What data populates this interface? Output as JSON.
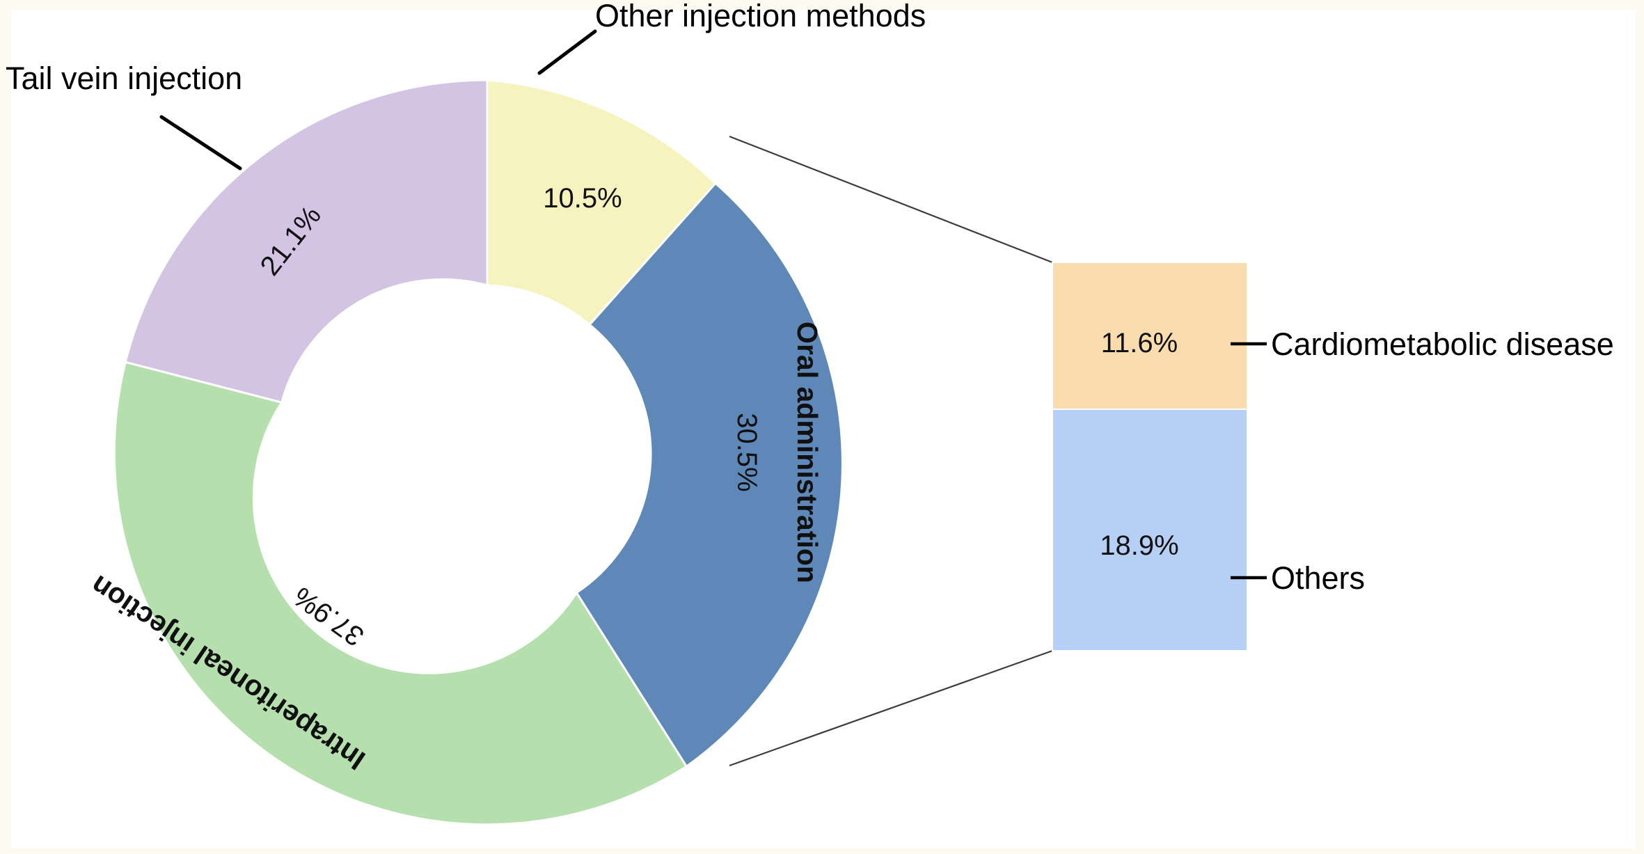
{
  "chart_data": {
    "type": "pie",
    "title": "",
    "subtitle": "",
    "xlabel": "",
    "ylabel": "",
    "legend_position": "none",
    "grid": false,
    "donut": {
      "type": "pie",
      "hole_ratio": 0.45,
      "start_angle_deg": 0,
      "direction": "clockwise",
      "categories": [
        "Other injection methods",
        "Oral administration",
        "Intraperitoneal injection",
        "Tail vein injection"
      ],
      "values": [
        10.5,
        30.5,
        37.9,
        21.1
      ],
      "value_labels": [
        "10.5%",
        "30.5%",
        "37.9%",
        "21.1%"
      ],
      "colors": [
        "#f6f3be",
        "#5e88b8",
        "#b5e0ae",
        "#d3c4e3"
      ],
      "label_placement": [
        "leader-line-outside",
        "inside-rotated",
        "inside-rotated",
        "leader-line-outside"
      ]
    },
    "breakout_bar": {
      "type": "bar",
      "orientation": "stacked-vertical",
      "source_slice": "Oral administration",
      "source_slice_value": 30.5,
      "categories": [
        "Cardiometabolic disease",
        "Others"
      ],
      "values": [
        11.6,
        18.9
      ],
      "value_labels": [
        "11.6%",
        "18.9%"
      ],
      "colors": [
        "#fbdcaf",
        "#b6cff5"
      ],
      "label_placement": "right-of-bar-with-tick"
    }
  },
  "donut": {
    "slices": [
      {
        "name": "Other injection methods",
        "pct": "10.5%",
        "color": "#f6f3be",
        "label_style": "callout"
      },
      {
        "name": "Oral administration",
        "pct": "30.5%",
        "color": "#5e88b8",
        "label_style": "inside"
      },
      {
        "name": "Intraperitoneal injection",
        "pct": "37.9%",
        "color": "#b5e0ae",
        "label_style": "inside"
      },
      {
        "name": "Tail vein injection",
        "pct": "21.1%",
        "color": "#d3c4e3",
        "label_style": "callout"
      }
    ]
  },
  "bar": {
    "segments": [
      {
        "name": "Cardiometabolic disease",
        "pct": "11.6%",
        "color": "#fbdcaf"
      },
      {
        "name": "Others",
        "pct": "18.9%",
        "color": "#b6cff5"
      }
    ]
  }
}
